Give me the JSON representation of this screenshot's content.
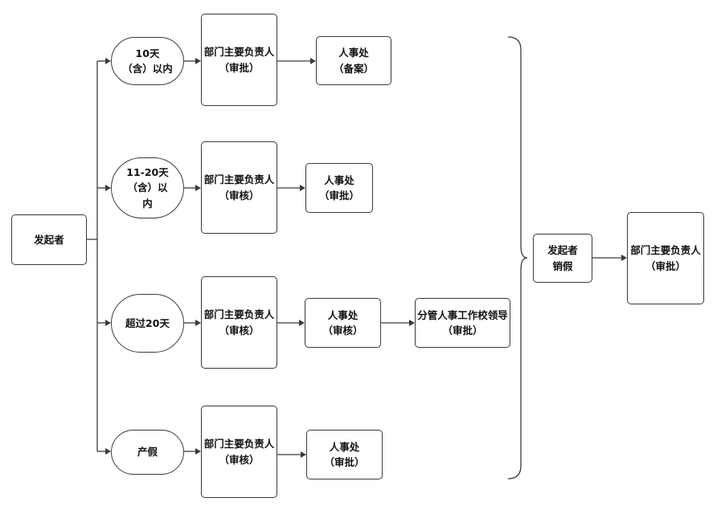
{
  "nodes": {
    "initiator": [
      "发起者"
    ],
    "range1": [
      "10天",
      "（含）以内"
    ],
    "range2": [
      "11-20天",
      "（含）以",
      "内"
    ],
    "range3": [
      "超过20天"
    ],
    "range4": [
      "产假"
    ],
    "dept1": [
      "部门主要负责人",
      "（审批）"
    ],
    "dept2": [
      "部门主要负责人",
      "（审核）"
    ],
    "dept3": [
      "部门主要负责人",
      "（审核）"
    ],
    "dept4": [
      "部门主要负责人",
      "（审核）"
    ],
    "hr1": [
      "人事处",
      "（备案）"
    ],
    "hr2": [
      "人事处",
      "（审批）"
    ],
    "hr3": [
      "人事处",
      "（审核）"
    ],
    "hr4": [
      "人事处",
      "（审批）"
    ],
    "leader3": [
      "分管人事工作校领导",
      "（审批）"
    ],
    "cancel": [
      "发起者",
      "销假"
    ],
    "final": [
      "部门主要负责人",
      "（审批）"
    ]
  }
}
